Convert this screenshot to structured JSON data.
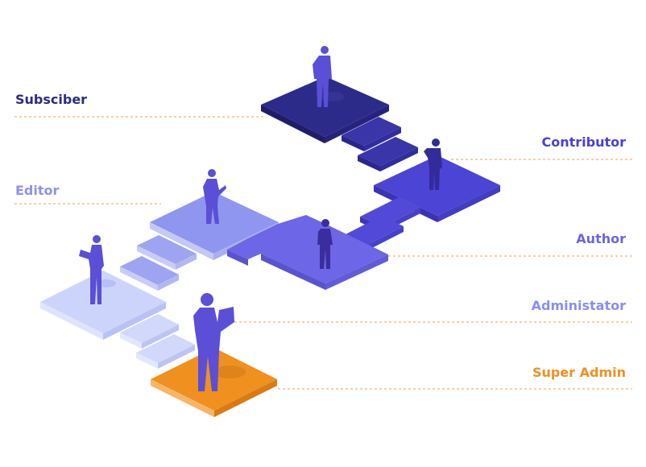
{
  "roles": [
    {
      "id": "subscriber",
      "label": "Subsciber",
      "color": "#2c2a86"
    },
    {
      "id": "contributor",
      "label": "Contributor",
      "color": "#4b41d1"
    },
    {
      "id": "editor",
      "label": "Editor",
      "color": "#8d92ee"
    },
    {
      "id": "author",
      "label": "Author",
      "color": "#6b64e4"
    },
    {
      "id": "administrator",
      "label": "Administator",
      "color": "#8a8ef0"
    },
    {
      "id": "super_admin",
      "label": "Super Admin",
      "color": "#f0901f"
    }
  ],
  "colors": {
    "guide_line": "#f2a24e",
    "figure": "#5a4fd6",
    "platform_admin": "#cfd6fb"
  }
}
